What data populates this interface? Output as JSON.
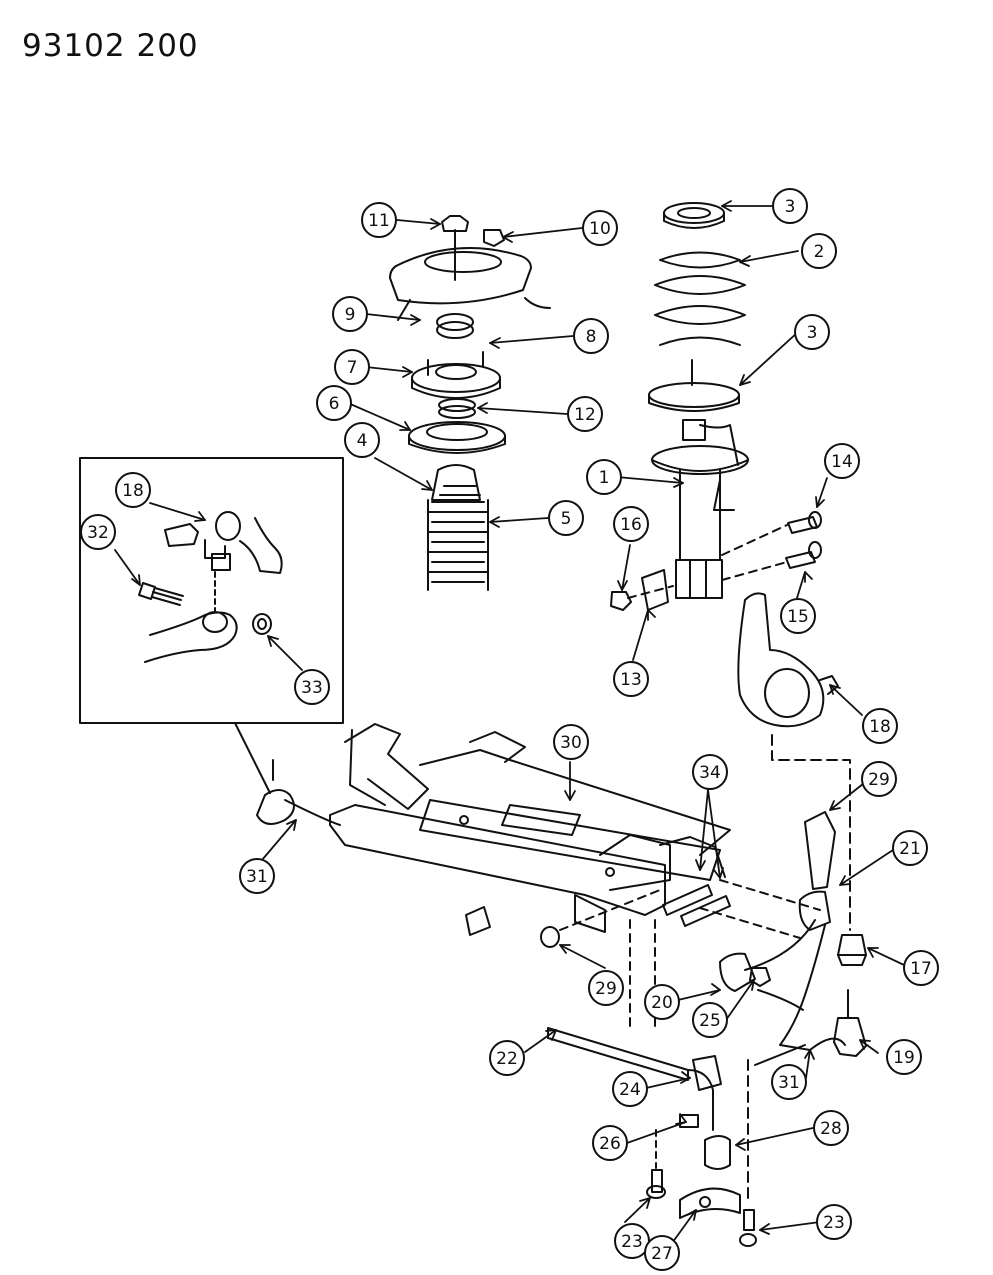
{
  "header": {
    "drawing_code": "93102  200"
  },
  "callouts": [
    {
      "id": "c1",
      "label": "1"
    },
    {
      "id": "c2",
      "label": "2"
    },
    {
      "id": "c3a",
      "label": "3"
    },
    {
      "id": "c3b",
      "label": "3"
    },
    {
      "id": "c4",
      "label": "4"
    },
    {
      "id": "c5",
      "label": "5"
    },
    {
      "id": "c6",
      "label": "6"
    },
    {
      "id": "c7",
      "label": "7"
    },
    {
      "id": "c8",
      "label": "8"
    },
    {
      "id": "c9",
      "label": "9"
    },
    {
      "id": "c10",
      "label": "10"
    },
    {
      "id": "c11",
      "label": "11"
    },
    {
      "id": "c12",
      "label": "12"
    },
    {
      "id": "c13",
      "label": "13"
    },
    {
      "id": "c14",
      "label": "14"
    },
    {
      "id": "c15",
      "label": "15"
    },
    {
      "id": "c16",
      "label": "16"
    },
    {
      "id": "c17",
      "label": "17"
    },
    {
      "id": "c18a",
      "label": "18"
    },
    {
      "id": "c18b",
      "label": "18"
    },
    {
      "id": "c19",
      "label": "19"
    },
    {
      "id": "c20",
      "label": "20"
    },
    {
      "id": "c21",
      "label": "21"
    },
    {
      "id": "c22",
      "label": "22"
    },
    {
      "id": "c23a",
      "label": "23"
    },
    {
      "id": "c23b",
      "label": "23"
    },
    {
      "id": "c24",
      "label": "24"
    },
    {
      "id": "c25",
      "label": "25"
    },
    {
      "id": "c26",
      "label": "26"
    },
    {
      "id": "c27",
      "label": "27"
    },
    {
      "id": "c28",
      "label": "28"
    },
    {
      "id": "c29a",
      "label": "29"
    },
    {
      "id": "c29b",
      "label": "29"
    },
    {
      "id": "c30",
      "label": "30"
    },
    {
      "id": "c31a",
      "label": "31"
    },
    {
      "id": "c31b",
      "label": "31"
    },
    {
      "id": "c32",
      "label": "32"
    },
    {
      "id": "c33",
      "label": "33"
    },
    {
      "id": "c34",
      "label": "34"
    }
  ]
}
